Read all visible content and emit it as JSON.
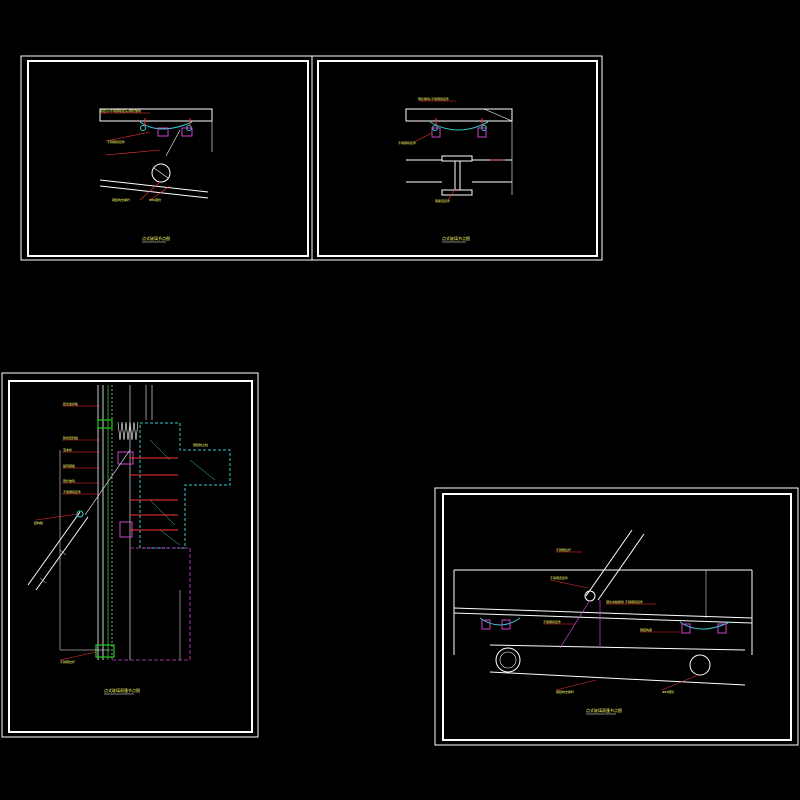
{
  "drawing": {
    "background": "#000000",
    "colors": {
      "frame": "#ffffff",
      "leader": "#ff3333",
      "label": "#ffff66",
      "green": "#22cc22",
      "cyan": "#33cccc",
      "magenta": "#cc44cc",
      "yellow": "#ffff33",
      "grey": "#999999"
    }
  },
  "sheets": [
    {
      "title": "点式玻璃节点图",
      "callouts": [
        "驳接爪/不锈钢驳接头/钢化玻璃",
        "不锈钢驳接件",
        "钢结构支撑杆",
        "Φ89钢管"
      ]
    },
    {
      "title": "点式玻璃节点图",
      "callouts": [
        "钢化玻璃/不锈钢驳接件",
        "不锈钢驳接件",
        "钢梁连接件"
      ]
    },
    {
      "title": "点式玻璃雨篷节点图",
      "callouts": [
        "铝合金扣板",
        "耐候密封胶",
        "泡沫棒",
        "镀锌钢板",
        "钢化玻璃",
        "不锈钢驳接件",
        "结构胶",
        "钢结构立柱",
        "不锈钢拉杆"
      ]
    },
    {
      "title": "点式玻璃雨篷节点图",
      "callouts": [
        "不锈钢拉杆",
        "不锈钢连接件",
        "钢化夹胶玻璃 不锈钢驳接件",
        "不锈钢驳接件",
        "钢结构梁",
        "钢结构支撑杆",
        "Φ89钢管"
      ]
    }
  ]
}
